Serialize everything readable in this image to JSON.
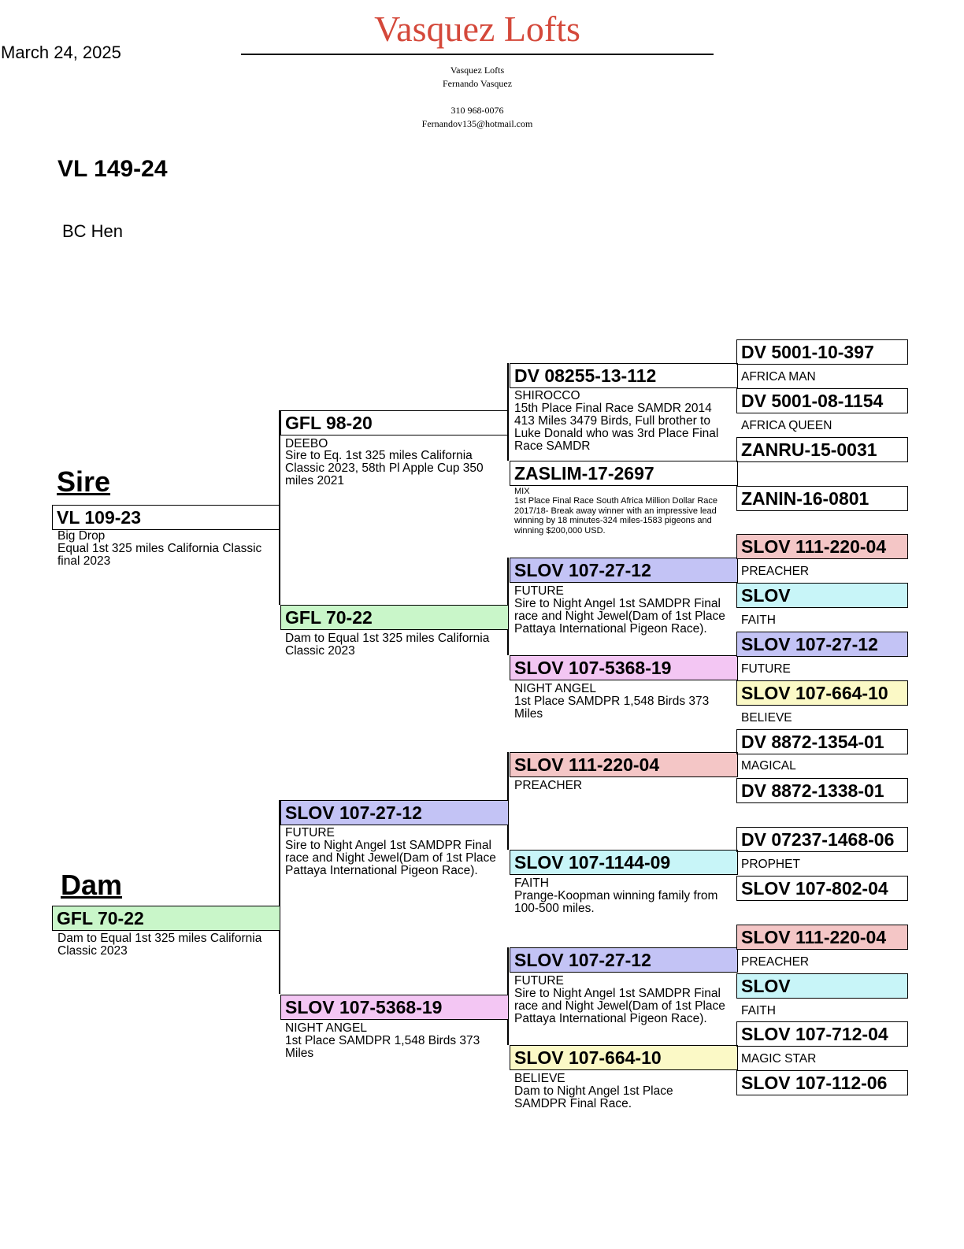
{
  "date": "March 24, 2025",
  "header": {
    "loft_name": "Vasquez Lofts",
    "line1": "Vasquez Lofts",
    "line2": "Fernando Vasquez",
    "phone": "310 968-0076",
    "email": "Fernandov135@hotmail.com"
  },
  "bird": {
    "band": "VL 149-24",
    "description": "BC Hen"
  },
  "sire": {
    "heading": "Sire",
    "band": "VL 109-23",
    "name": "Big Drop",
    "notes": "Equal 1st 325 miles California Classic final 2023",
    "sire": {
      "band": "GFL 98-20",
      "name": "DEEBO",
      "notes": "Sire to Eq. 1st 325 miles California Classic 2023, 58th Pl Apple Cup 350 miles 2021",
      "sire": {
        "band": "DV 08255-13-112",
        "name": "SHIROCCO",
        "notes": "15th Place Final Race SAMDR 2014 413 Miles 3479 Birds, Full brother to Luke Donald who was 3rd Place Final Race SAMDR",
        "sire": {
          "band": "DV 5001-10-397",
          "name": "AFRICA MAN"
        },
        "dam": {
          "band": "DV 5001-08-1154",
          "name": "AFRICA QUEEN"
        }
      },
      "dam": {
        "band": "ZASLIM-17-2697",
        "name": "MIX",
        "notes": "1st Place Final Race South Africa Million Dollar Race 2017/18- Break away winner with an impressive lead winning by 18 minutes-324 miles-1583 pigeons and winning $200,000 USD.",
        "sire": {
          "band": "ZANRU-15-0031",
          "name": ""
        },
        "dam": {
          "band": "ZANIN-16-0801",
          "name": ""
        }
      }
    },
    "dam": {
      "band": "GFL 70-22",
      "name": "",
      "notes": "Dam to Equal 1st 325 miles California Classic 2023",
      "sire": {
        "band": "SLOV 107-27-12",
        "name": "FUTURE",
        "notes": "Sire to Night Angel 1st SAMDPR Final race and Night Jewel(Dam of 1st Place Pattaya International Pigeon Race).",
        "sire": {
          "band": "SLOV 111-220-04",
          "name": "PREACHER"
        },
        "dam": {
          "band": "SLOV",
          "name": "FAITH"
        }
      },
      "dam": {
        "band": "SLOV 107-5368-19",
        "name": "NIGHT ANGEL",
        "notes": "1st Place SAMDPR 1,548 Birds 373 Miles",
        "sire": {
          "band": "SLOV 107-27-12",
          "name": "FUTURE"
        },
        "dam": {
          "band": "SLOV 107-664-10",
          "name": "BELIEVE"
        }
      }
    }
  },
  "dam": {
    "heading": "Dam",
    "band": "GFL 70-22",
    "notes": "Dam to Equal 1st 325 miles California Classic 2023",
    "sire": {
      "band": "SLOV 107-27-12",
      "name": "FUTURE",
      "notes": "Sire to Night Angel 1st SAMDPR Final race and Night Jewel(Dam of 1st Place Pattaya International Pigeon Race).",
      "sire": {
        "band": "SLOV 111-220-04",
        "name": "PREACHER",
        "sire": {
          "band": "DV 8872-1354-01",
          "name": "MAGICAL"
        },
        "dam": {
          "band": "DV 8872-1338-01",
          "name": ""
        }
      },
      "dam": {
        "band": "SLOV 107-1144-09",
        "name": "FAITH",
        "notes": "Prange-Koopman winning family from 100-500 miles.",
        "sire": {
          "band": "DV 07237-1468-06",
          "name": "PROPHET"
        },
        "dam": {
          "band": "SLOV 107-802-04",
          "name": ""
        }
      }
    },
    "dam": {
      "band": "SLOV 107-5368-19",
      "name": "NIGHT ANGEL",
      "notes": "1st Place SAMDPR 1,548 Birds 373 Miles",
      "sire": {
        "band": "SLOV 107-27-12",
        "name": "FUTURE",
        "notes": "Sire to Night Angel 1st SAMDPR Final race and Night Jewel(Dam of 1st Place Pattaya International Pigeon Race).",
        "sire": {
          "band": "SLOV 111-220-04",
          "name": "PREACHER"
        },
        "dam": {
          "band": "SLOV",
          "name": "FAITH"
        }
      },
      "dam": {
        "band": "SLOV 107-664-10",
        "name": "BELIEVE",
        "notes": "Dam to Night Angel 1st Place SAMDPR Final Race.",
        "sire": {
          "band": "SLOV 107-712-04",
          "name": "MAGIC STAR"
        },
        "dam": {
          "band": "SLOV 107-112-06",
          "name": ""
        }
      }
    }
  },
  "colors": {
    "title_red": "#d4483a",
    "preacher_pink": "#f4c6c6",
    "future_blue": "#c3c3f5",
    "faith_cyan": "#c8f5f8",
    "gfl_green": "#c9f6c9",
    "night_angel_magenta": "#f3c6f3",
    "believe_yellow": "#fbf9c6"
  }
}
